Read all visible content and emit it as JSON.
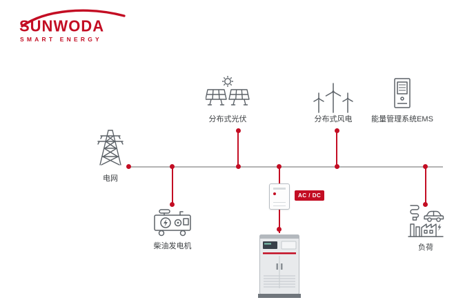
{
  "brand": {
    "name": "SUNWODA",
    "tagline": "SMART ENERGY",
    "color": "#c30d23"
  },
  "colors": {
    "accent_red": "#c30d23",
    "bus_gray": "#b3b3b3",
    "icon_gray": "#5b6167",
    "label_text": "#3d4043"
  },
  "nodes": {
    "grid": {
      "label": "电网",
      "icon": "transmission-tower-icon"
    },
    "pv": {
      "label": "分布式光伏",
      "icon": "solar-panels-icon"
    },
    "wind": {
      "label": "分布式风电",
      "icon": "wind-turbines-icon"
    },
    "ems": {
      "label": "能量管理系统EMS",
      "icon": "ems-cabinet-icon"
    },
    "genset": {
      "label": "柴油发电机",
      "icon": "diesel-generator-icon"
    },
    "converter": {
      "label": "AC / DC",
      "icon": "acdc-converter-box"
    },
    "storage": {
      "icon": "battery-storage-cabinet"
    },
    "load": {
      "label": "负荷",
      "icon": "load-devices-icon"
    }
  }
}
